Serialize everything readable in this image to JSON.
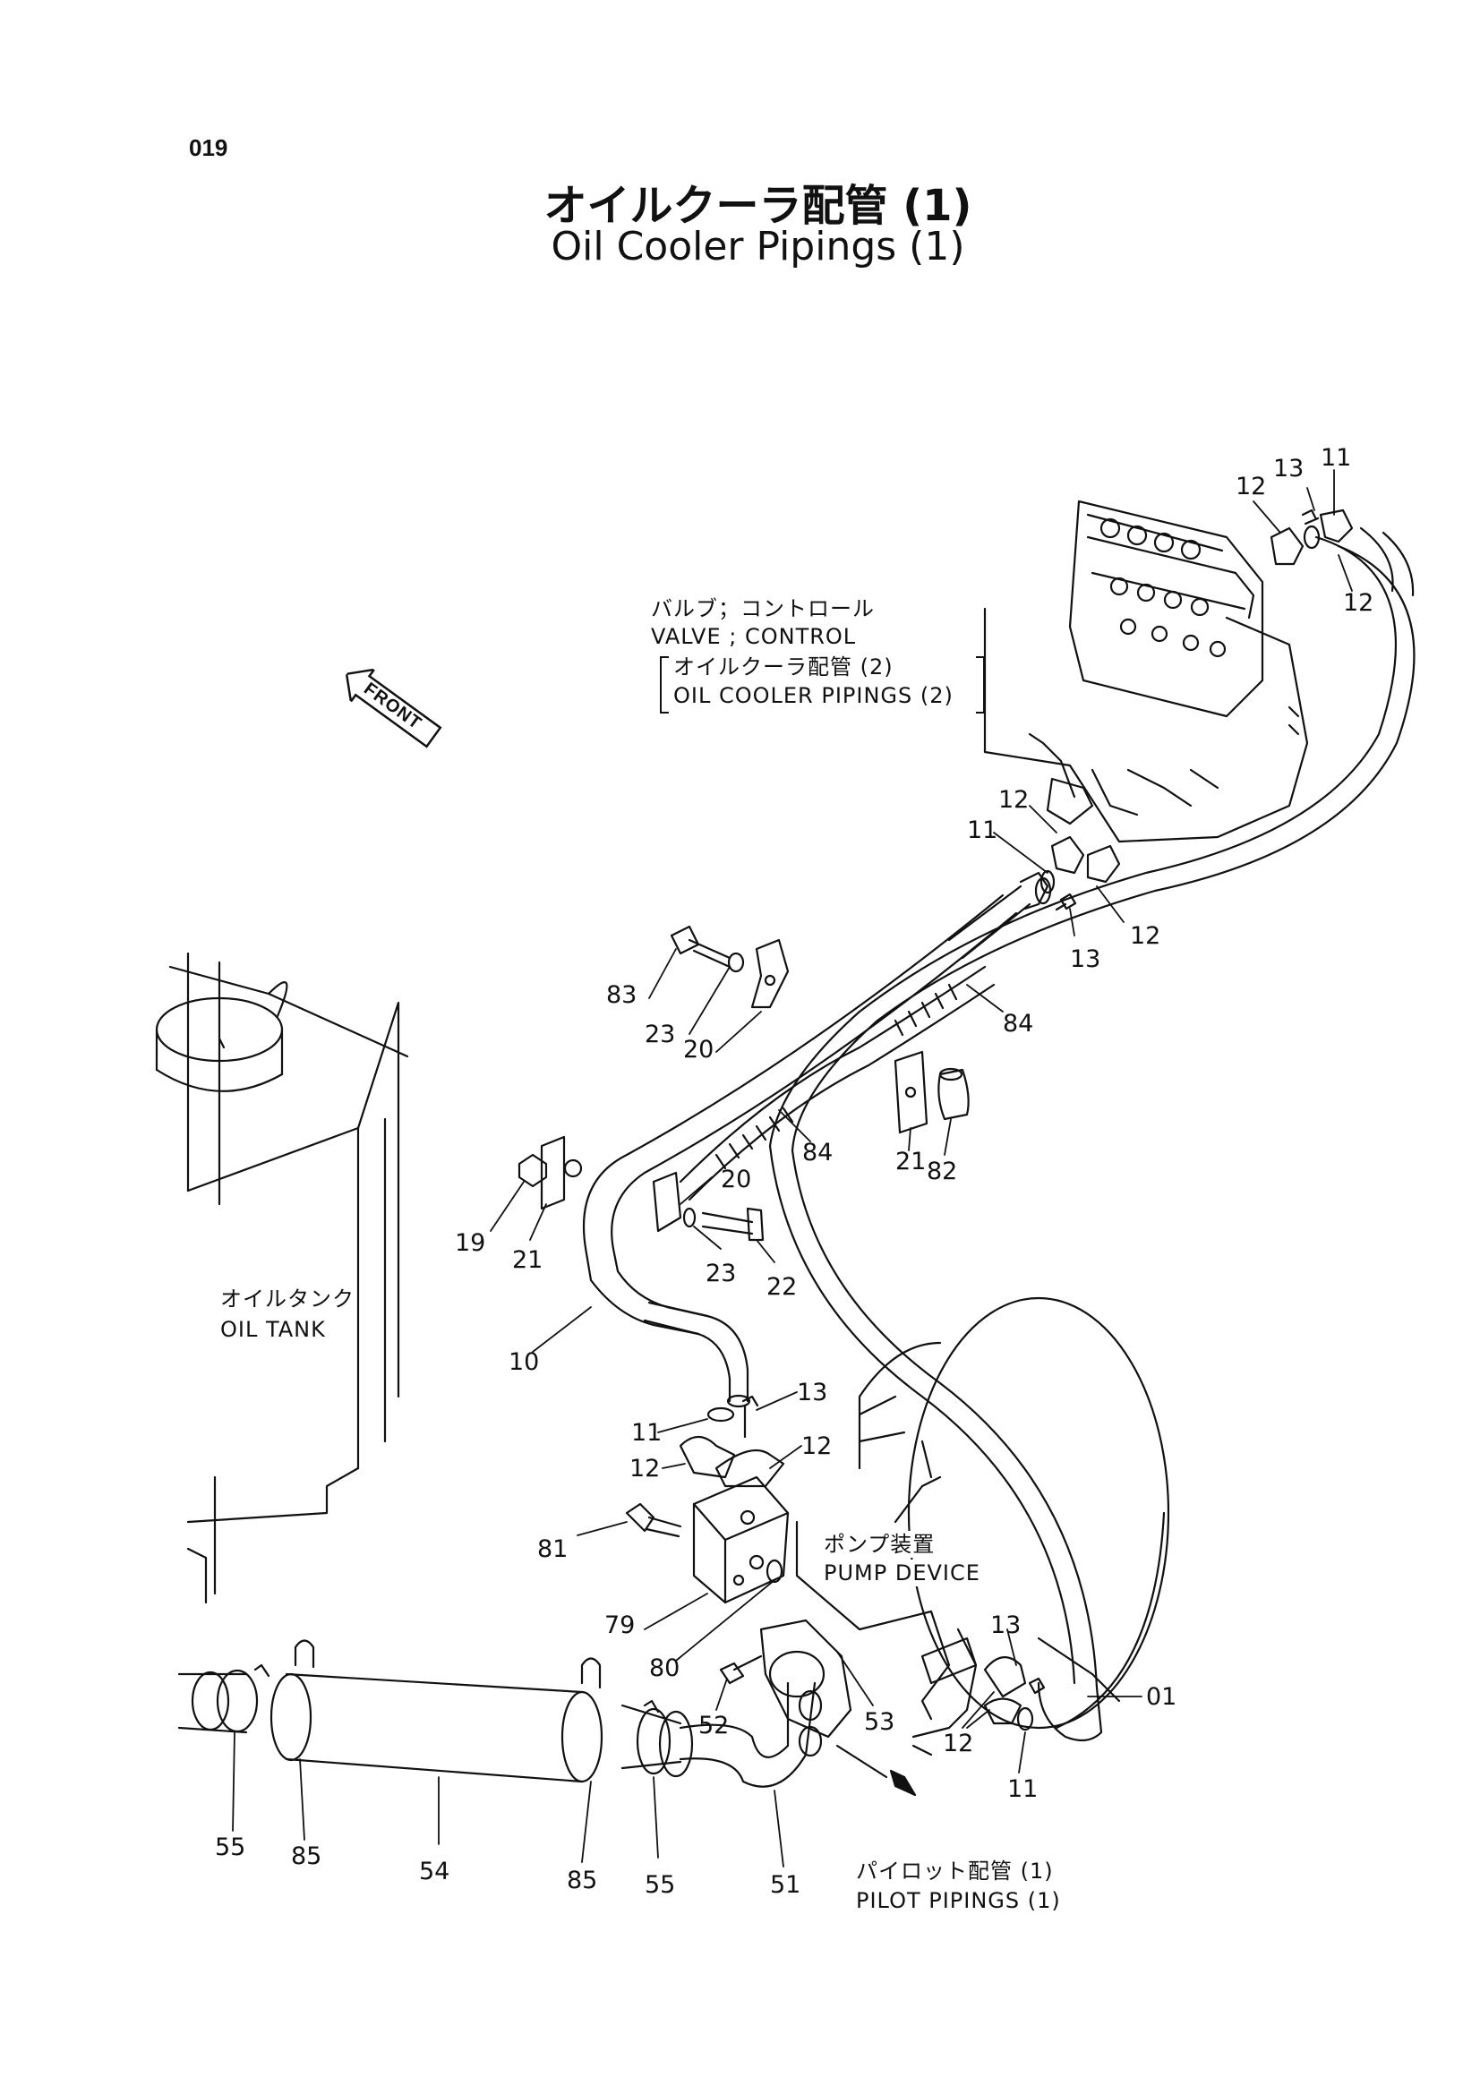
{
  "page_number": "019",
  "title": {
    "jp": "オイルクーラ配管 (1)",
    "en": "Oil Cooler Pipings (1)"
  },
  "front_marker": "FRONT",
  "assemblies": {
    "control_valve": {
      "jp": "バルブ；コントロール",
      "en": "VALVE ; CONTROL"
    },
    "oil_cooler_pipings_2": {
      "jp": "オイルクーラ配管 (2)",
      "en": "OIL COOLER  PIPINGS (2)"
    },
    "oil_tank": {
      "jp": "オイルタンク",
      "en": "OIL  TANK"
    },
    "pump_device": {
      "jp": "ポンプ装置",
      "en": "PUMP  DEVICE"
    },
    "pilot_pipings_1": {
      "jp": "パイロット配管 (1)",
      "en": "PILOT  PIPINGS (1)"
    }
  },
  "callouts": {
    "c12_top_left": "12",
    "c13_top": "13",
    "c11_top": "11",
    "c12_top_right": "12",
    "c12_mid_top": "12",
    "c11_mid": "11",
    "c12_mid_right": "12",
    "c13_mid": "13",
    "c83": "83",
    "c23_upper": "23",
    "c20_upper": "20",
    "c84_upper": "84",
    "c84_lower": "84",
    "c21_right": "21",
    "c82": "82",
    "c20_lower": "20",
    "c19": "19",
    "c21_left": "21",
    "c23_lower": "23",
    "c22": "22",
    "c10": "10",
    "c13_lower": "13",
    "c11_lower": "11",
    "c12_lower_left": "12",
    "c12_lower_right": "12",
    "c81": "81",
    "c79": "79",
    "c80": "80",
    "c13_pump": "13",
    "c01": "01",
    "c52": "52",
    "c53": "53",
    "c12_pump": "12",
    "c11_pump": "11",
    "c55_left": "55",
    "c85_left": "85",
    "c54": "54",
    "c85_right": "85",
    "c55_right": "55",
    "c51": "51"
  }
}
